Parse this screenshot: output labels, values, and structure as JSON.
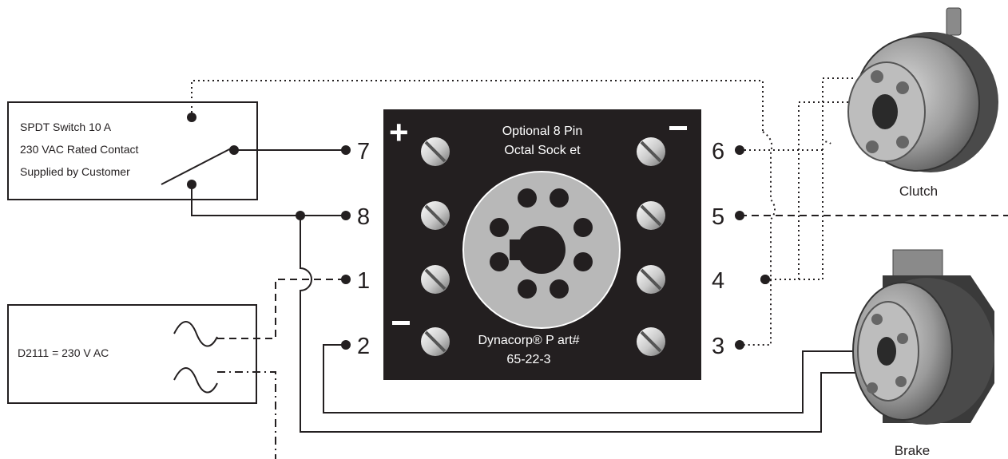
{
  "switch_box": {
    "line1": "SPDT Switch 10 A",
    "line2": "230 VAC Rated Contact",
    "line3": "Supplied by Customer"
  },
  "power_box": {
    "label": "D2111 = 230 V AC"
  },
  "socket": {
    "title1": "Optional 8 Pin",
    "title2": "Octal Sock et",
    "part1": "Dynacorp® P  art#",
    "part2": "65-22-3",
    "plus_symbol": "+",
    "minus_symbol": "−"
  },
  "pins": {
    "p7": "7",
    "p8": "8",
    "p1": "1",
    "p2": "2",
    "p6": "6",
    "p5": "5",
    "p4": "4",
    "p3": "3"
  },
  "devices": {
    "clutch": "Clutch",
    "brake": "Brake"
  },
  "colors": {
    "ink": "#231f20",
    "socket_body": "#231f20",
    "socket_base": "#b8b8b8",
    "hole": "#231f20",
    "device_metal": "#9a9a9a"
  }
}
